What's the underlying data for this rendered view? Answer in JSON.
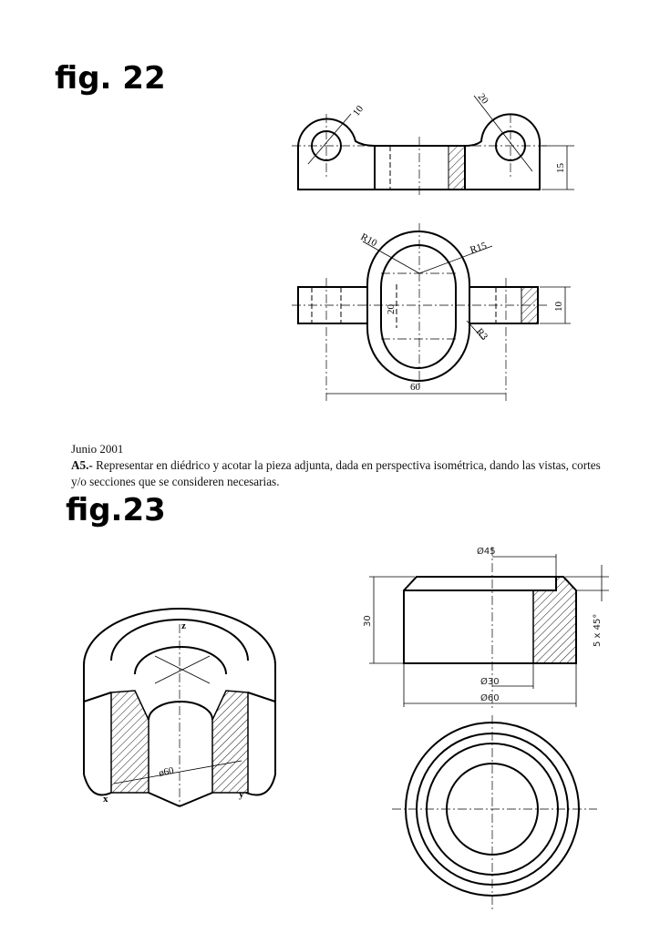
{
  "figures": {
    "fig22_label": "fig. 22",
    "fig23_label": "fig.23"
  },
  "exam": {
    "date": "Junio 2001",
    "task_number": "A5.-",
    "task_text": "Representar en diédrico y acotar la pieza adjunta, dada en perspectiva isométrica, dando las vistas, cortes y/o secciones que se consideren necesarias."
  },
  "fig22_dims": {
    "hole_dia": "10",
    "lug_dia": "20",
    "height": "15",
    "r_outer": "R10",
    "r_inner": "R15",
    "slot": "20",
    "lug_thick": "10",
    "fillet": "R3",
    "length": "60"
  },
  "fig23_dims": {
    "d45": "Ø45",
    "h30": "30",
    "chamfer": "5 x 45°",
    "d30": "Ø30",
    "d60": "Ø60",
    "iso_d60": "ø60",
    "axis_z": "z",
    "axis_x": "x",
    "axis_y": "y"
  }
}
